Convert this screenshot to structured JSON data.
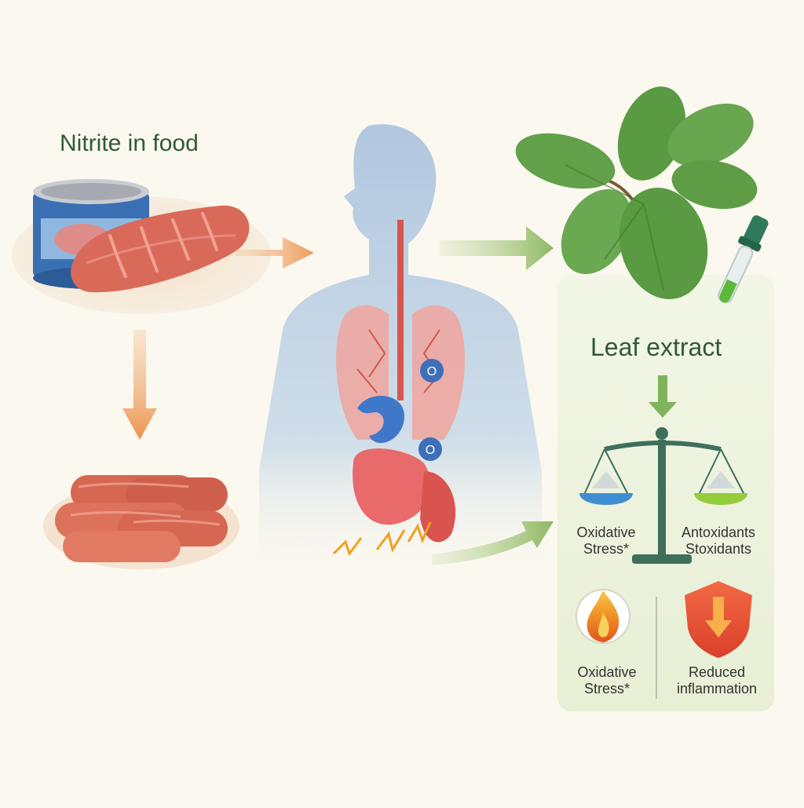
{
  "labels": {
    "nitrite_in_food": "Nitrite in food",
    "leaf_extract": "Leaf extract",
    "scale_left_line1": "Oxidative",
    "scale_left_line2": "Stress*",
    "scale_right_line1": "Antoxidants",
    "scale_right_line2": "Stoxidants",
    "bottom_left_line1": "Oxidative",
    "bottom_left_line2": "Stress*",
    "bottom_right_line1": "Reduced",
    "bottom_right_line2": "inflammation",
    "oxygen_marker": "O"
  },
  "colors": {
    "background": "#fbf8ef",
    "panel": "#eef3df",
    "orange_arrow": "#f0a46a",
    "green_arrow": "#9cbf6e",
    "meat": "#d9685a",
    "leaf": "#5f9a45",
    "body": "#b9cfe3",
    "scale": "#3f6f5a"
  },
  "icons": [
    "canned-meat-icon",
    "sausage-icon",
    "human-body-icon",
    "leaf-icon",
    "dropper-icon",
    "balance-scale-icon",
    "flame-icon",
    "shield-icon"
  ]
}
